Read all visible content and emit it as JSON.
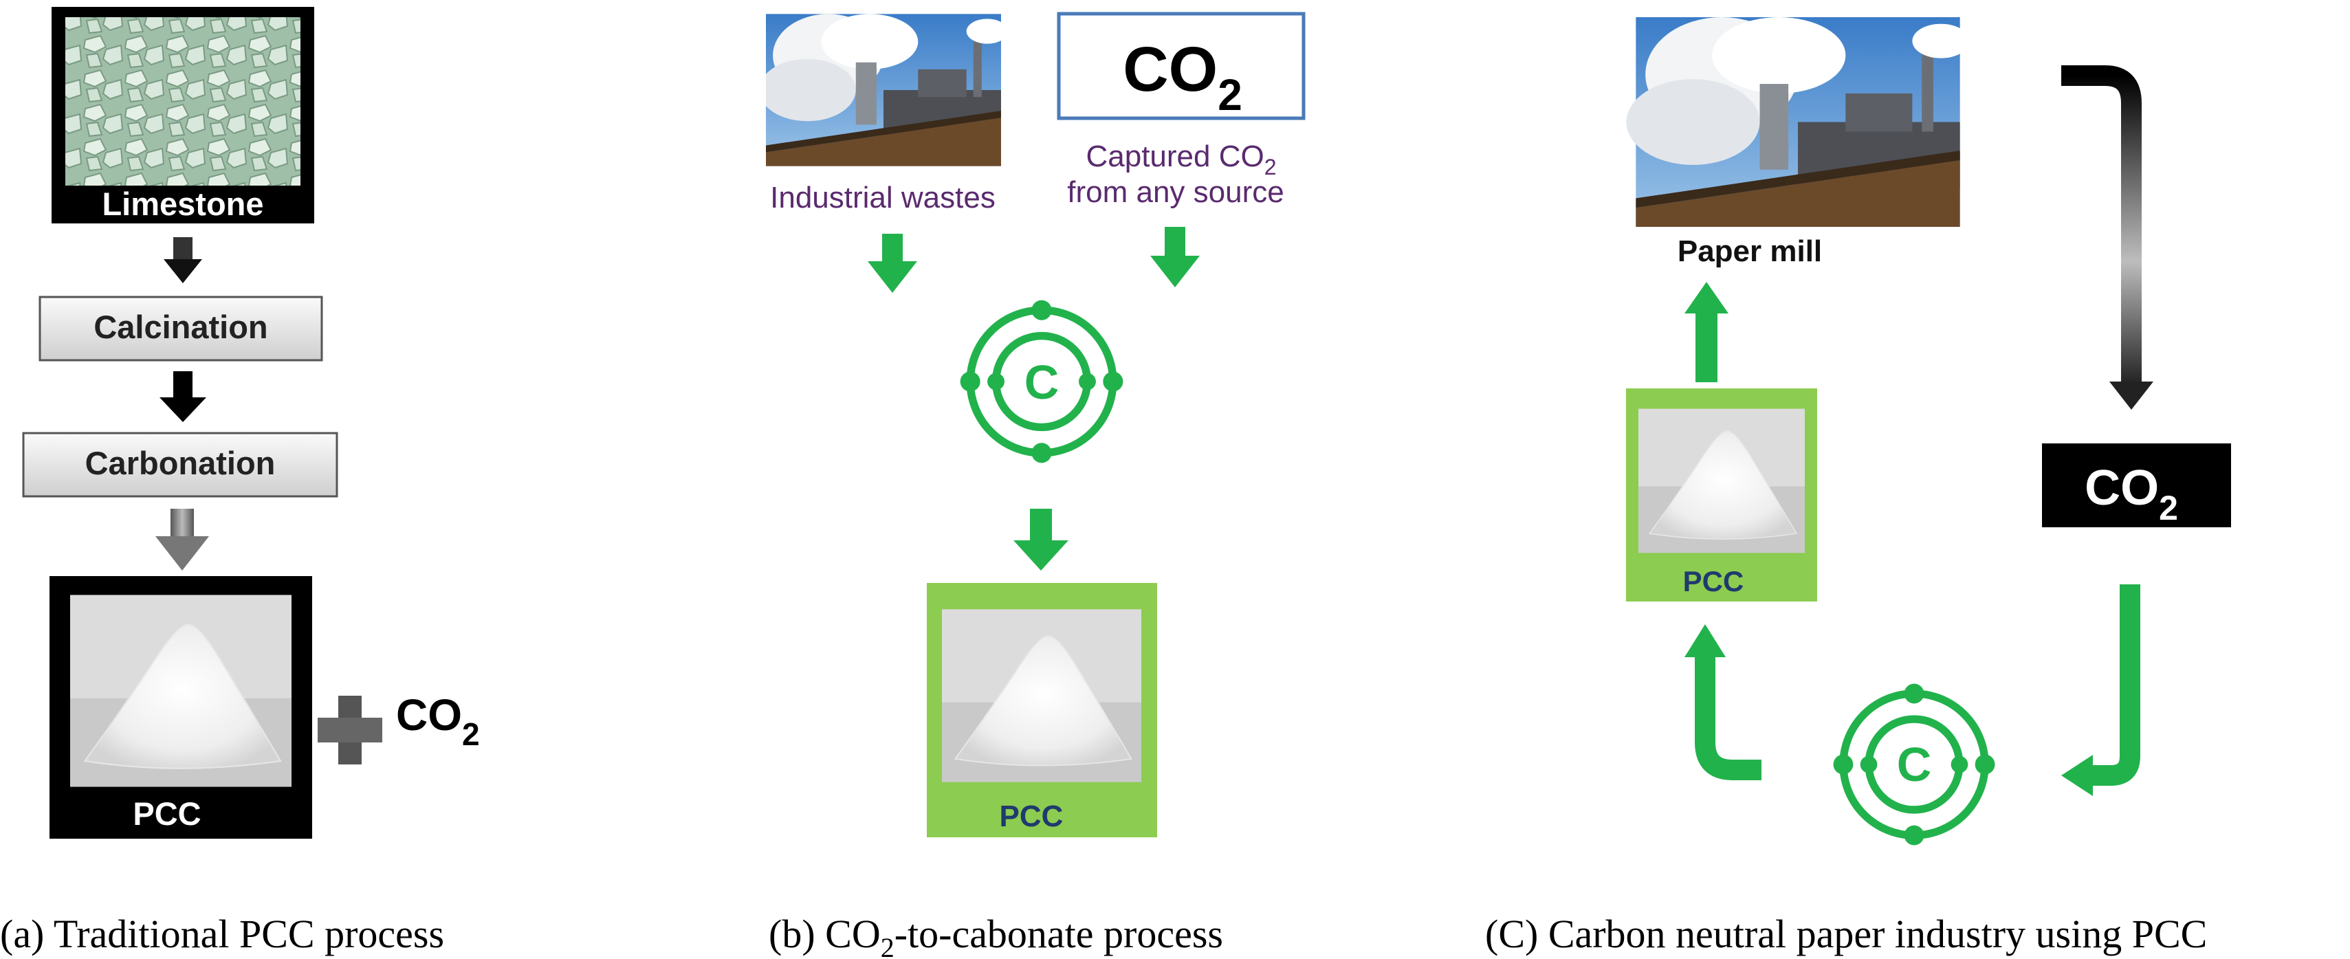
{
  "panel_a": {
    "limestone_label": "Limestone",
    "step1": "Calcination",
    "step2": "Carbonation",
    "product_label": "PCC",
    "byproduct_main": "CO",
    "byproduct_sub": "2",
    "caption": "(a) Traditional PCC process"
  },
  "panel_b": {
    "co2_main": "CO",
    "co2_sub": "2",
    "source1_label": "Industrial wastes",
    "source2_line1_main": "Captured CO",
    "source2_line1_sub": "2",
    "source2_line2": "from any source",
    "carbon_symbol": "C",
    "product_label": "PCC",
    "caption_prefix": "(b) CO",
    "caption_sub": "2",
    "caption_suffix": "-to-cabonate process"
  },
  "panel_c": {
    "mill_label": "Paper mill",
    "co2_main": "CO",
    "co2_sub": "2",
    "carbon_symbol": "C",
    "product_label": "PCC",
    "caption": "(C) Carbon neutral paper industry using PCC"
  },
  "colors": {
    "green": "#22b24c",
    "light_green": "#8ccc50",
    "navy": "#1f3a6e",
    "purple": "#5a2a6e",
    "black": "#000000",
    "blue_border": "#4a7ab8"
  }
}
